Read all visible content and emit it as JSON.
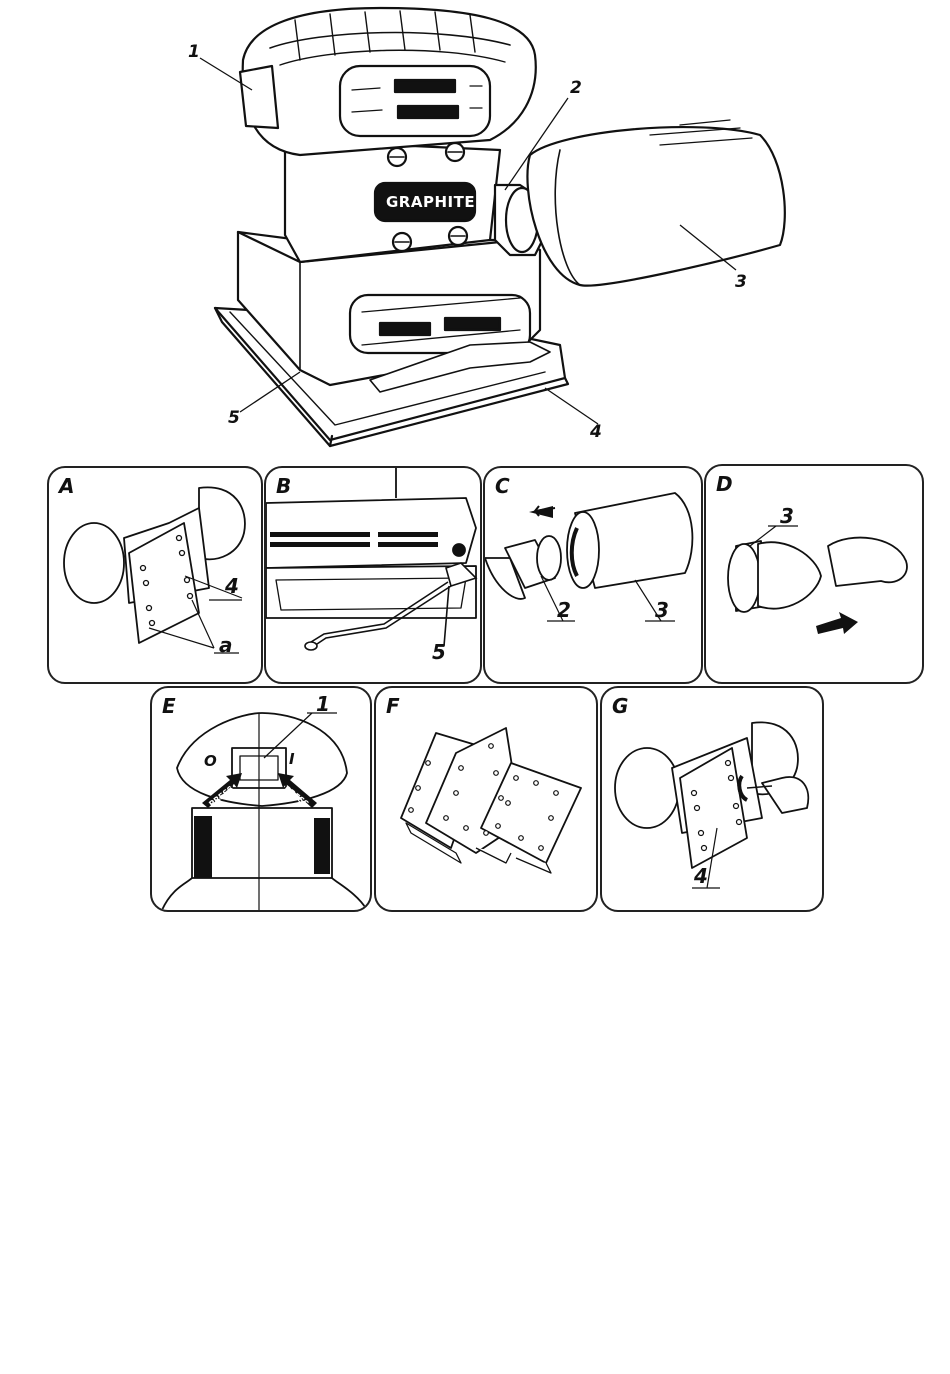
{
  "main_figure": {
    "brand": "GRAPHITE",
    "callouts": [
      "1",
      "2",
      "3",
      "4",
      "5"
    ]
  },
  "panels": [
    {
      "letter": "A",
      "labels": [
        "4",
        "a"
      ]
    },
    {
      "letter": "B",
      "labels": [
        "5"
      ]
    },
    {
      "letter": "C",
      "labels": [
        "2",
        "3"
      ]
    },
    {
      "letter": "D",
      "labels": [
        "3"
      ]
    },
    {
      "letter": "E",
      "labels": [
        "1",
        "O",
        "I"
      ],
      "button_text": "PRESS"
    },
    {
      "letter": "F",
      "labels": []
    },
    {
      "letter": "G",
      "labels": [
        "4"
      ]
    }
  ]
}
